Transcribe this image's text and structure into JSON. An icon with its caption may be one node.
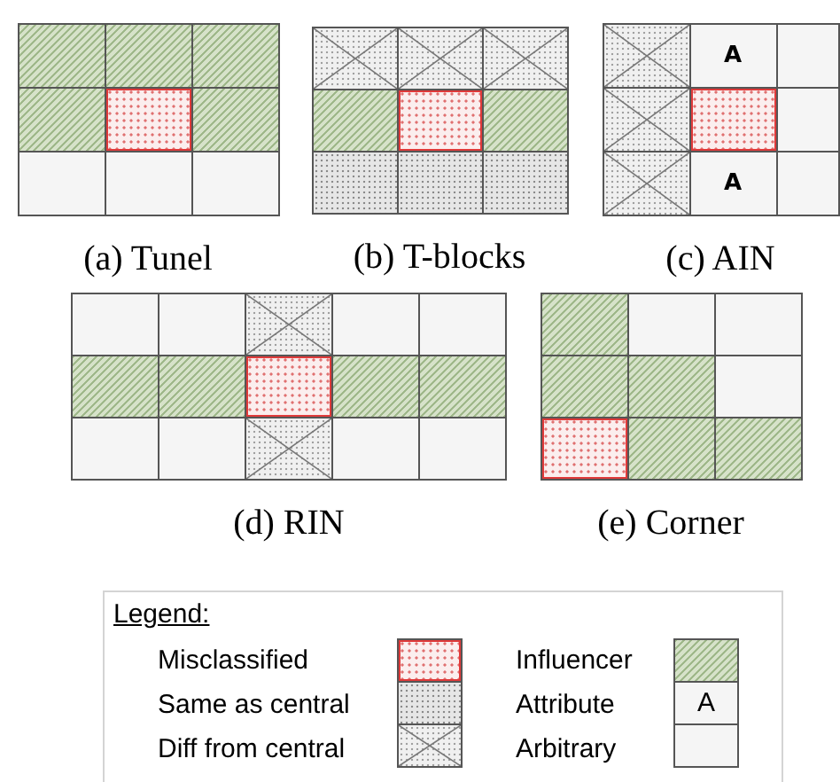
{
  "diagram": {
    "nodes": [
      {
        "text": [
          "(a) Tunel"
        ]
      },
      {
        "text": [],
        "shape": "box",
        "in": 0
      },
      {
        "text": [],
        "shape": "box",
        "in": 0
      },
      {
        "text": [],
        "shape": "box",
        "in": 0
      },
      {
        "text": [],
        "shape": "box",
        "in": 0
      },
      {
        "text": [],
        "shape": "box",
        "in": 0
      },
      {
        "text": [],
        "shape": "box",
        "in": 0
      },
      {
        "text": [],
        "shape": "box",
        "in": 0
      },
      {
        "text": [],
        "shape": "box",
        "in": 0
      },
      {
        "text": [],
        "shape": "box",
        "in": 0
      },
      {
        "text": [
          "(b) T-blocks"
        ]
      },
      {
        "text": [],
        "shape": "box",
        "in": 10
      },
      {
        "text": [],
        "shape": "box",
        "in": 10
      },
      {
        "text": [],
        "shape": "box",
        "in": 10
      },
      {
        "text": [],
        "shape": "box",
        "in": 10
      },
      {
        "text": [],
        "shape": "box",
        "in": 10
      },
      {
        "text": [],
        "shape": "box",
        "in": 10
      },
      {
        "text": [],
        "shape": "box",
        "in": 10
      },
      {
        "text": [],
        "shape": "box",
        "in": 10
      },
      {
        "text": [],
        "shape": "box",
        "in": 10
      },
      {
        "text": [
          "(c) AIN"
        ]
      },
      {
        "text": [],
        "shape": "box",
        "in": 20
      },
      {
        "text": [
          "A"
        ],
        "in": 20
      },
      {
        "text": [],
        "shape": "box",
        "in": 20
      },
      {
        "text": [],
        "shape": "box",
        "in": 20
      },
      {
        "text": [],
        "shape": "box",
        "in": 20
      },
      {
        "text": [],
        "shape": "box",
        "in": 20
      },
      {
        "text": [],
        "shape": "box",
        "in": 20
      },
      {
        "text": [
          "A"
        ],
        "in": 20
      },
      {
        "text": [],
        "shape": "box",
        "in": 20
      },
      {
        "text": [
          "(d) RIN"
        ]
      },
      {
        "text": [],
        "shape": "box",
        "in": 30
      },
      {
        "text": [],
        "shape": "box",
        "in": 30
      },
      {
        "text": [],
        "shape": "box",
        "in": 30
      },
      {
        "text": [],
        "shape": "box",
        "in": 30
      },
      {
        "text": [],
        "shape": "box",
        "in": 30
      },
      {
        "text": [],
        "shape": "box",
        "in": 30
      },
      {
        "text": [],
        "shape": "box",
        "in": 30
      },
      {
        "text": [],
        "shape": "box",
        "in": 30
      },
      {
        "text": [],
        "shape": "box",
        "in": 30
      },
      {
        "text": [],
        "shape": "box",
        "in": 30
      },
      {
        "text": [],
        "shape": "box",
        "in": 30
      },
      {
        "text": [],
        "shape": "box",
        "in": 30
      },
      {
        "text": [],
        "shape": "box",
        "in": 30
      },
      {
        "text": [],
        "shape": "box",
        "in": 30
      },
      {
        "text": [],
        "shape": "box",
        "in": 30
      },
      {
        "text": [
          "(e) Corner"
        ]
      },
      {
        "text": [],
        "shape": "box",
        "in": 46
      },
      {
        "text": [],
        "shape": "box",
        "in": 46
      },
      {
        "text": [],
        "shape": "box",
        "in": 46
      },
      {
        "text": [],
        "shape": "box",
        "in": 46
      },
      {
        "text": [],
        "shape": "box",
        "in": 46
      },
      {
        "text": [],
        "shape": "box",
        "in": 46
      },
      {
        "text": [],
        "shape": "box",
        "in": 46
      },
      {
        "text": [],
        "shape": "box",
        "in": 46
      },
      {
        "text": [],
        "shape": "box",
        "in": 46
      }
    ],
    "labels": [
      "Legend:",
      "A"
    ],
    "legend": [
      {
        "text": "Misclassified"
      },
      {
        "text": "Influencer"
      },
      {
        "text": "Same as central"
      },
      {
        "text": "Attribute"
      },
      {
        "text": "Diff from central"
      },
      {
        "text": "Arbitrary"
      }
    ]
  }
}
